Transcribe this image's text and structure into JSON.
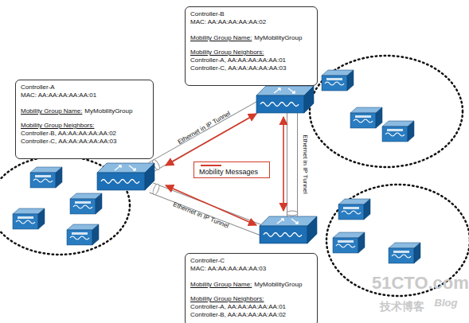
{
  "diagram": {
    "nodes": [
      {
        "text": [
          "Controller-A",
          "MAC: AA:AA:AA:AA:AA:01",
          "Mobility Group Name:",
          "MyMobilityGroup",
          "Mobility Group Neighbors:",
          "Controller-B, AA:AA:AA:AA:AA:02",
          "Controller-C, AA:AA:AA:AA:AA:03"
        ]
      },
      {
        "text": [
          "Controller-B",
          "MAC: AA:AA:AA:AA:AA:02",
          "Mobility Group Name:",
          "MyMobilityGroup",
          "Mobility Group Neighbors:",
          "Controller-A, AA:AA:AA:AA:AA:01",
          "Controller-C, AA:AA:AA:AA:AA:03"
        ]
      },
      {
        "text": [
          "Controller-C",
          "MAC: AA:AA:AA:AA:AA:03",
          "Mobility Group Name:",
          "MyMobilityGroup",
          "Mobility Group Neighbors:",
          "Controller-A, AA:AA:AA:AA:AA:01",
          "Controller-B, AA:AA:AA:AA:AA:02"
        ]
      }
    ],
    "labels": [
      "Ethernet in IP Tunnel",
      "Ethernet in IP Tunnel",
      "Ethernet in IP Tunnel",
      "51CTO.com",
      "技术博客",
      "Blog"
    ],
    "legend": [
      {
        "text": "Mobility Messages"
      }
    ]
  }
}
